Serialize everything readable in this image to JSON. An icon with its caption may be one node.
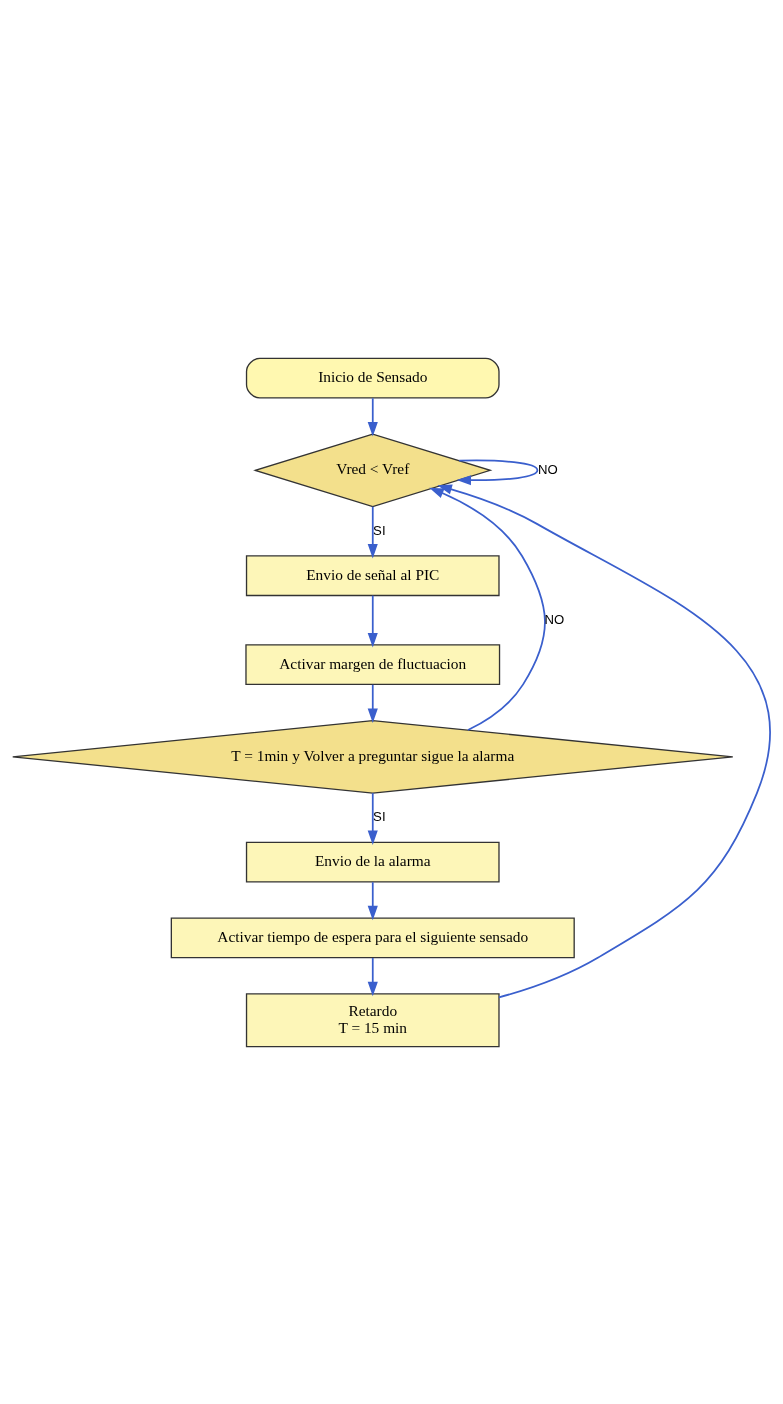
{
  "diagram": {
    "nodes": [
      {
        "text": [
          "Inicio de Sensado"
        ]
      },
      {
        "text": [
          "Vred < Vref"
        ]
      },
      {
        "text": [
          "Envio de señal al PIC"
        ]
      },
      {
        "text": [
          "Activar margen de fluctuacion"
        ]
      },
      {
        "text": [
          "T = 1min y Volver a preguntar sigue la alarma"
        ]
      },
      {
        "text": [
          "Envio de la alarma"
        ]
      },
      {
        "text": [
          "Activar tiempo de espera para el siguiente sensado"
        ]
      },
      {
        "text": [
          "Retardo",
          "T = 15 min"
        ]
      }
    ],
    "edges": [
      {
        "from": 0,
        "to": 1,
        "arrow": "to"
      },
      {
        "from": 1,
        "to": 2,
        "arrow": "to",
        "label": "SI"
      },
      {
        "from": 2,
        "to": 3,
        "arrow": "to"
      },
      {
        "from": 3,
        "to": 4,
        "arrow": "to"
      },
      {
        "from": 4,
        "to": 5,
        "arrow": "to",
        "label": "SI"
      },
      {
        "from": 5,
        "to": 6,
        "arrow": "to"
      },
      {
        "from": 6,
        "to": 7,
        "arrow": "to"
      },
      {
        "from": 7,
        "to": 1,
        "arrow": "to"
      },
      {
        "from": 1,
        "to": 1,
        "arrow": "to",
        "label": "NO"
      },
      {
        "from": 4,
        "to": 1,
        "arrow": "to",
        "label": "NO"
      }
    ]
  }
}
